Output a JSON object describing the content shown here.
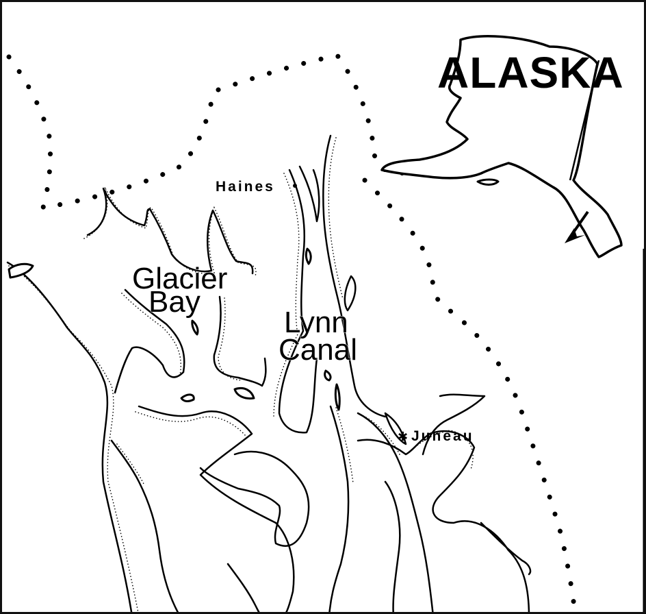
{
  "map": {
    "title": "ALASKA",
    "labels": {
      "haines": "Haines",
      "glacier_bay_line1": "Glacier",
      "glacier_bay_line2": "Bay",
      "lynn_canal_line1": "Lynn",
      "lynn_canal_line2": "Canal",
      "juneau": "Juneau"
    },
    "colors": {
      "ink": "#000000",
      "paper": "#ffffff"
    },
    "symbols": {
      "city_marker": "star-icon",
      "locator_arrow": "arrow-icon"
    }
  }
}
